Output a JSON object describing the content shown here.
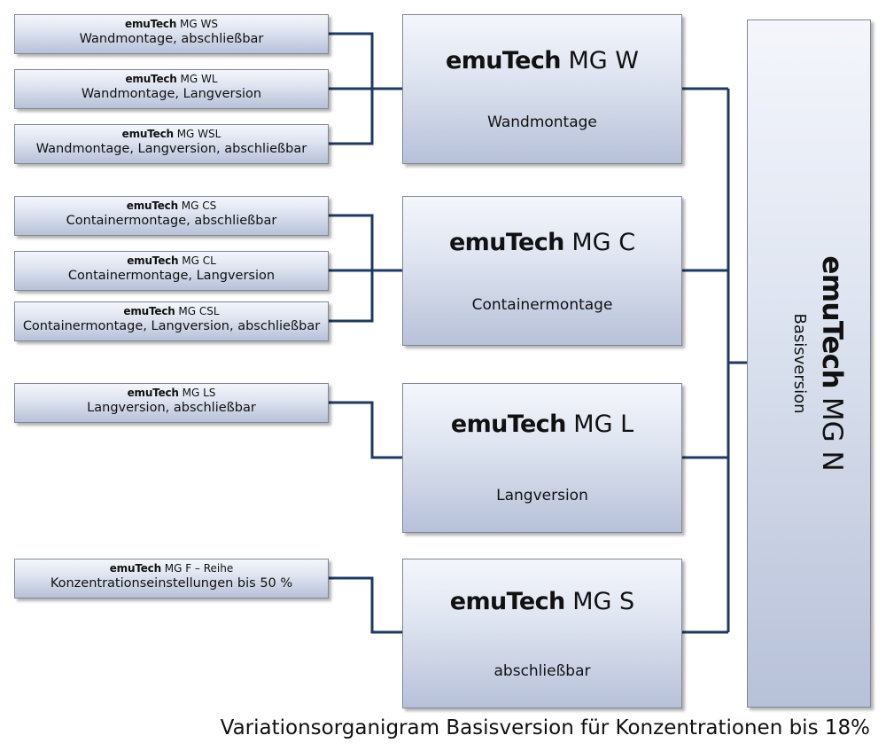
{
  "brand": "emuTech",
  "small_boxes": [
    {
      "model": "MG WS",
      "desc": "Wandmontage, abschließbar"
    },
    {
      "model": "MG WL",
      "desc": "Wandmontage, Langversion"
    },
    {
      "model": "MG WSL",
      "desc": "Wandmontage, Langversion, abschließbar"
    },
    {
      "model": "MG CS",
      "desc": "Containermontage, abschließbar"
    },
    {
      "model": "MG CL",
      "desc": "Containermontage, Langversion"
    },
    {
      "model": "MG CSL",
      "desc": "Containermontage, Langversion, abschließbar"
    },
    {
      "model": "MG LS",
      "desc": "Langversion, abschließbar"
    },
    {
      "model": "MG F – Reihe",
      "desc": "Konzentrationseinstellungen bis 50 %"
    }
  ],
  "big_boxes": [
    {
      "model": "MG W",
      "desc": "Wandmontage"
    },
    {
      "model": "MG C",
      "desc": "Containermontage"
    },
    {
      "model": "MG L",
      "desc": "Langversion"
    },
    {
      "model": "MG S",
      "desc": "abschließbar"
    }
  ],
  "root": {
    "model": "MG N",
    "desc": "Basisversion"
  },
  "caption": "Variationsorganigram Basisversion für Konzentrationen bis 18%",
  "colors": {
    "connector": "#1f3a5f",
    "box_top": "#f4f6fb",
    "box_bottom": "#b7c1d8"
  }
}
